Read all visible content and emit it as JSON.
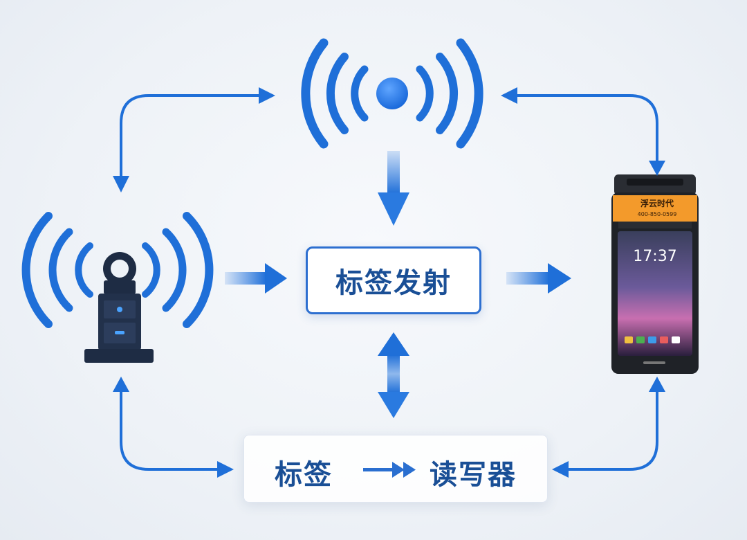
{
  "center_label": "标签发射",
  "bottom_label": {
    "left": "标签",
    "right": "读写器"
  },
  "device": {
    "brand": "浮云时代",
    "phone_number": "400-850-0599",
    "clock": "17:37"
  },
  "colors": {
    "primary_blue": "#1f6fd8",
    "dark_blue": "#1a4f96",
    "device_orange": "#f39a2b"
  }
}
